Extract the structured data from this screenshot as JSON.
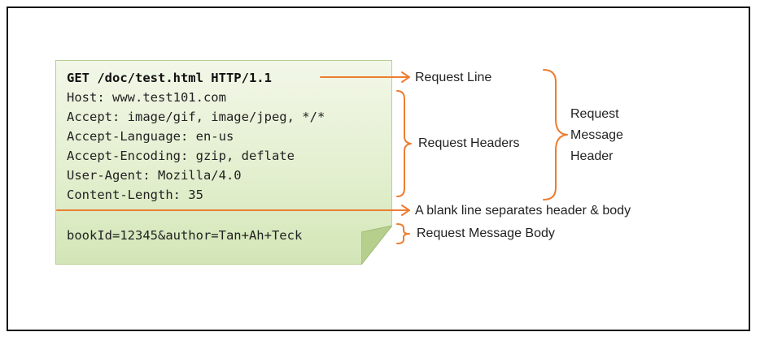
{
  "request": {
    "request_line": "GET /doc/test.html HTTP/1.1",
    "headers": [
      "Host: www.test101.com",
      "Accept: image/gif, image/jpeg, */*",
      "Accept-Language: en-us",
      "Accept-Encoding: gzip, deflate",
      "User-Agent: Mozilla/4.0",
      "Content-Length: 35"
    ],
    "body": "bookId=12345&author=Tan+Ah+Teck"
  },
  "annotations": {
    "request_line": "Request Line",
    "request_headers": "Request Headers",
    "message_header_lines": [
      "Request",
      "Message",
      "Header"
    ],
    "blank_line": "A blank line separates header & body",
    "message_body": "Request Message Body"
  },
  "colors": {
    "arrow": "#ed7d31",
    "note_fill": "#e3efcf",
    "note_border": "#b9cf92"
  }
}
